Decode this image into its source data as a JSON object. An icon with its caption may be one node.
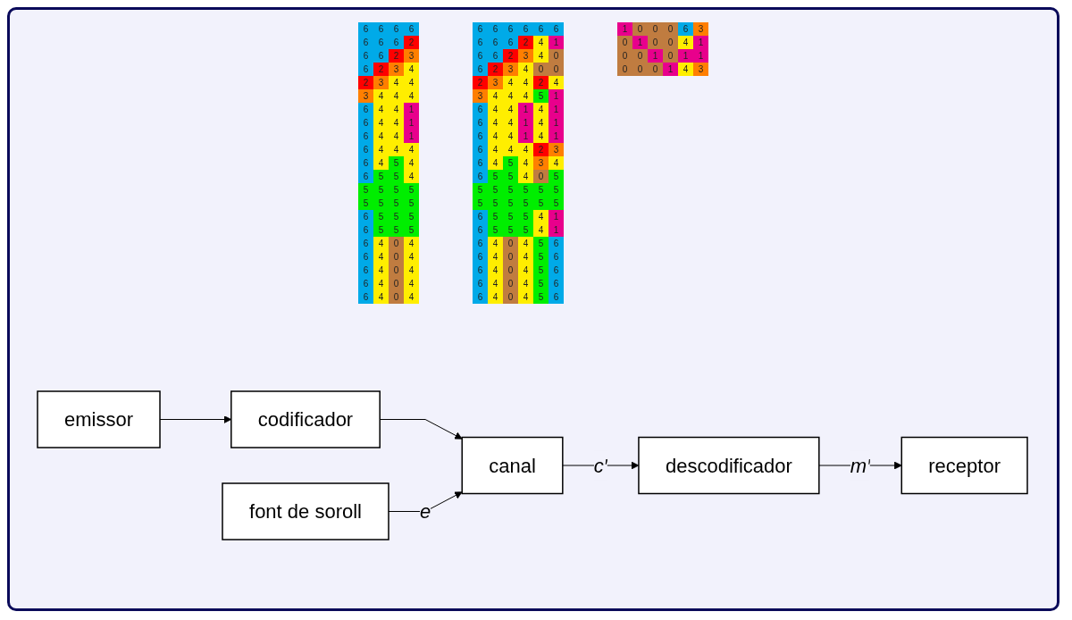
{
  "diagram": {
    "nodes": [
      {
        "text": [
          "emissor"
        ]
      },
      {
        "text": [
          "codificador"
        ]
      },
      {
        "text": [
          "canal"
        ]
      },
      {
        "text": [
          "descodificador"
        ]
      },
      {
        "text": [
          "receptor"
        ]
      },
      {
        "text": [
          "font de soroll"
        ]
      }
    ],
    "edges": [
      {
        "from": 0,
        "to": 1,
        "arrow": "to"
      },
      {
        "from": 1,
        "to": 2,
        "arrow": "to"
      },
      {
        "from": 2,
        "to": 3,
        "label": "c′",
        "arrow": "to"
      },
      {
        "from": 3,
        "to": 4,
        "label": "m′",
        "arrow": "to"
      },
      {
        "from": 5,
        "to": 2,
        "label": "e",
        "arrow": "to"
      }
    ],
    "labels": [
      "6",
      "6",
      "6",
      "6",
      "6",
      "6",
      "6",
      "2",
      "6",
      "6",
      "2",
      "3",
      "6",
      "2",
      "3",
      "4",
      "2",
      "3",
      "4",
      "4",
      "3",
      "4",
      "4",
      "4",
      "6",
      "4",
      "4",
      "1",
      "6",
      "4",
      "4",
      "1",
      "6",
      "4",
      "4",
      "1",
      "6",
      "4",
      "4",
      "4",
      "6",
      "4",
      "5",
      "4",
      "6",
      "5",
      "5",
      "4",
      "5",
      "5",
      "5",
      "5",
      "5",
      "5",
      "5",
      "5",
      "6",
      "5",
      "5",
      "5",
      "6",
      "5",
      "5",
      "5",
      "6",
      "4",
      "0",
      "4",
      "6",
      "4",
      "0",
      "4",
      "6",
      "4",
      "0",
      "4",
      "6",
      "4",
      "0",
      "4",
      "6",
      "4",
      "0",
      "4",
      "6",
      "6",
      "6",
      "6",
      "6",
      "6",
      "6",
      "6",
      "6",
      "2",
      "4",
      "1",
      "6",
      "6",
      "2",
      "3",
      "4",
      "0",
      "6",
      "2",
      "3",
      "4",
      "0",
      "0",
      "2",
      "3",
      "4",
      "4",
      "2",
      "4",
      "3",
      "4",
      "4",
      "4",
      "5",
      "1",
      "6",
      "4",
      "4",
      "1",
      "4",
      "1",
      "6",
      "4",
      "4",
      "1",
      "4",
      "1",
      "6",
      "4",
      "4",
      "1",
      "4",
      "1",
      "6",
      "4",
      "4",
      "4",
      "2",
      "3",
      "6",
      "4",
      "5",
      "4",
      "3",
      "4",
      "6",
      "5",
      "5",
      "4",
      "0",
      "5",
      "5",
      "5",
      "5",
      "5",
      "5",
      "5",
      "5",
      "5",
      "5",
      "5",
      "5",
      "5",
      "6",
      "5",
      "5",
      "5",
      "4",
      "1",
      "6",
      "5",
      "5",
      "5",
      "4",
      "1",
      "6",
      "4",
      "0",
      "4",
      "5",
      "6",
      "6",
      "4",
      "0",
      "4",
      "5",
      "6",
      "6",
      "4",
      "0",
      "4",
      "5",
      "6",
      "6",
      "4",
      "0",
      "4",
      "5",
      "6",
      "6",
      "4",
      "0",
      "4",
      "5",
      "6",
      "1",
      "0",
      "0",
      "0",
      "6",
      "3",
      "0",
      "1",
      "0",
      "0",
      "4",
      "1",
      "0",
      "0",
      "1",
      "0",
      "1",
      "1",
      "0",
      "0",
      "0",
      "1",
      "4",
      "3"
    ]
  }
}
